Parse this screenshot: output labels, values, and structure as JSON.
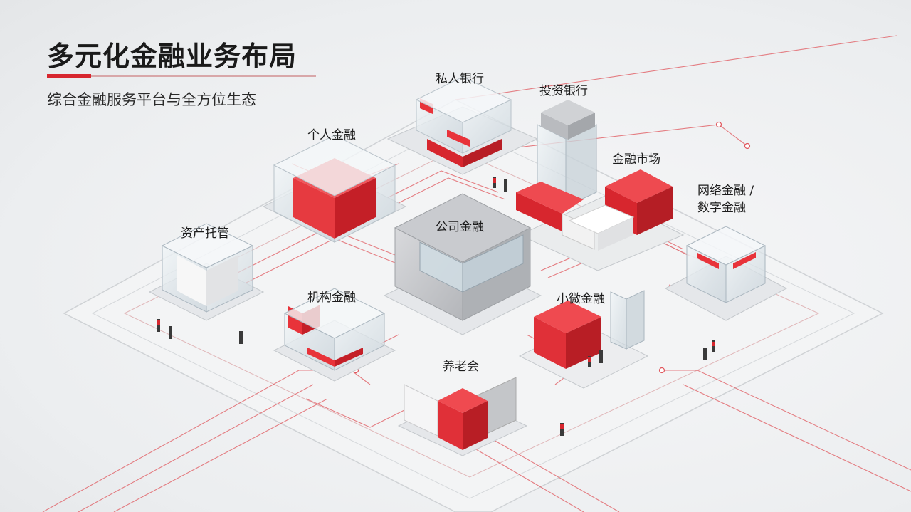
{
  "header": {
    "title": "多元化金融业务布局",
    "subtitle": "综合金融服务平台与全方位生态"
  },
  "colors": {
    "accent_red": "#d7262e",
    "glass": "#e3ebf0",
    "concrete": "#c8c9cc",
    "trace_red": "#e0565c"
  },
  "business_units": [
    {
      "name": "个人金融"
    },
    {
      "name": "私人银行"
    },
    {
      "name": "投资银行"
    },
    {
      "name": "金融市场"
    },
    {
      "name": "网络金融 /",
      "name_line2": "数字金融"
    },
    {
      "name": "资产托管"
    },
    {
      "name": "公司金融"
    },
    {
      "name": "机构金融"
    },
    {
      "name": "小微金融"
    },
    {
      "name": "养老会"
    }
  ]
}
